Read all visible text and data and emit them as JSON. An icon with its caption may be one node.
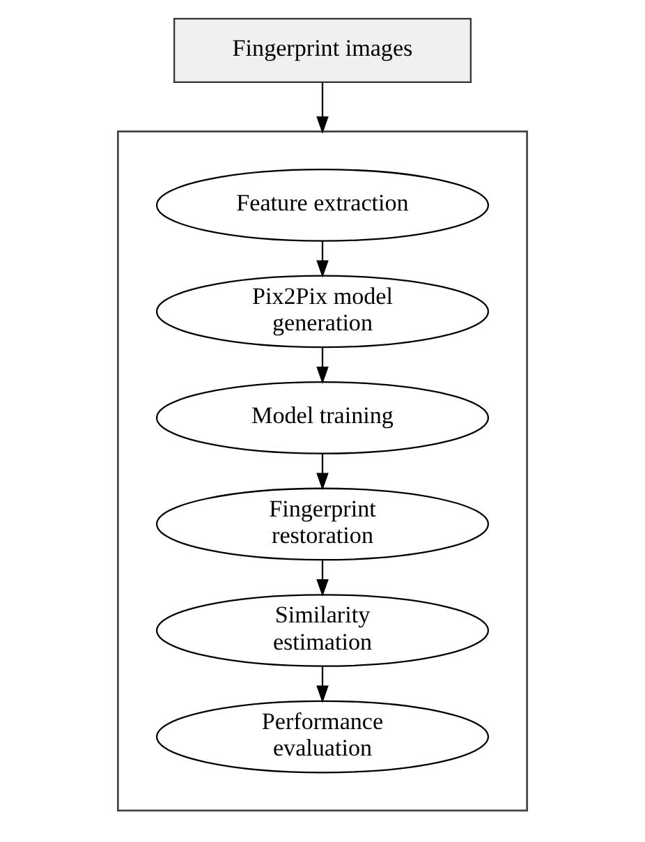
{
  "diagram": {
    "nodes": [
      {
        "text": [
          "Fingerprint images"
        ]
      },
      {
        "text": [],
        "shape": "box"
      },
      {
        "text": [
          "Feature extraction"
        ],
        "in": 1
      },
      {
        "text": [
          "Pix2Pix model generation"
        ],
        "in": 1
      },
      {
        "text": [
          "Model training"
        ],
        "in": 1
      },
      {
        "text": [
          "Fingerprint restoration"
        ],
        "in": 1
      },
      {
        "text": [
          "Similarity estimation"
        ],
        "in": 1
      },
      {
        "text": [
          "Performance evaluation"
        ],
        "in": 1
      }
    ],
    "edges": [
      {
        "from": 0,
        "to": 1,
        "arrow": "to"
      },
      {
        "from": 2,
        "to": 3,
        "arrow": "to"
      },
      {
        "from": 3,
        "to": 4,
        "arrow": "to"
      },
      {
        "from": 4,
        "to": 5,
        "arrow": "to"
      },
      {
        "from": 5,
        "to": 6,
        "arrow": "to"
      },
      {
        "from": 6,
        "to": 7,
        "arrow": "to"
      }
    ]
  }
}
